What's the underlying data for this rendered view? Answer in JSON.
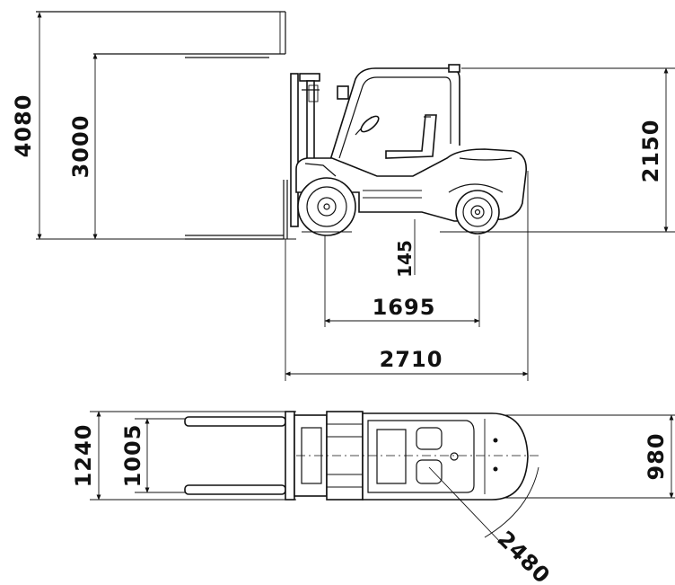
{
  "dimensions": {
    "max_lift_height": "4080",
    "lift_height": "3000",
    "overhead_guard_height": "2150",
    "ground_clearance": "145",
    "wheelbase": "1695",
    "overall_length": "2710",
    "overall_width": "1240",
    "fork_spread": "1005",
    "rear_width": "980",
    "turning_radius": "2480"
  }
}
